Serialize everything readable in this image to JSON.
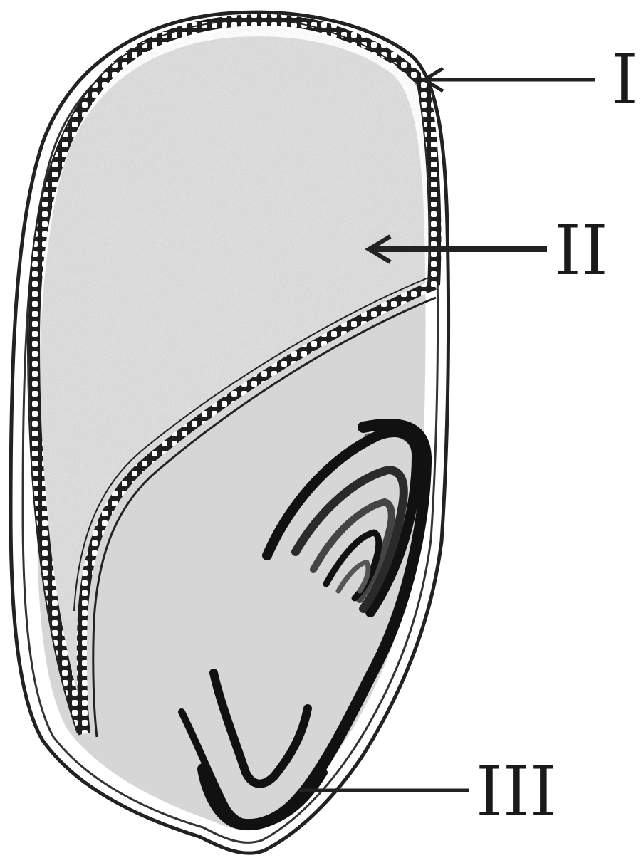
{
  "labels": {
    "label_1": "I",
    "label_2": "II",
    "label_3": "III"
  },
  "colors": {
    "background": "#ffffff",
    "tissue_fill": "#d9d9d9",
    "outline": "#222222",
    "embryo_dark": "#111111",
    "embryo_mid": "#555555"
  }
}
